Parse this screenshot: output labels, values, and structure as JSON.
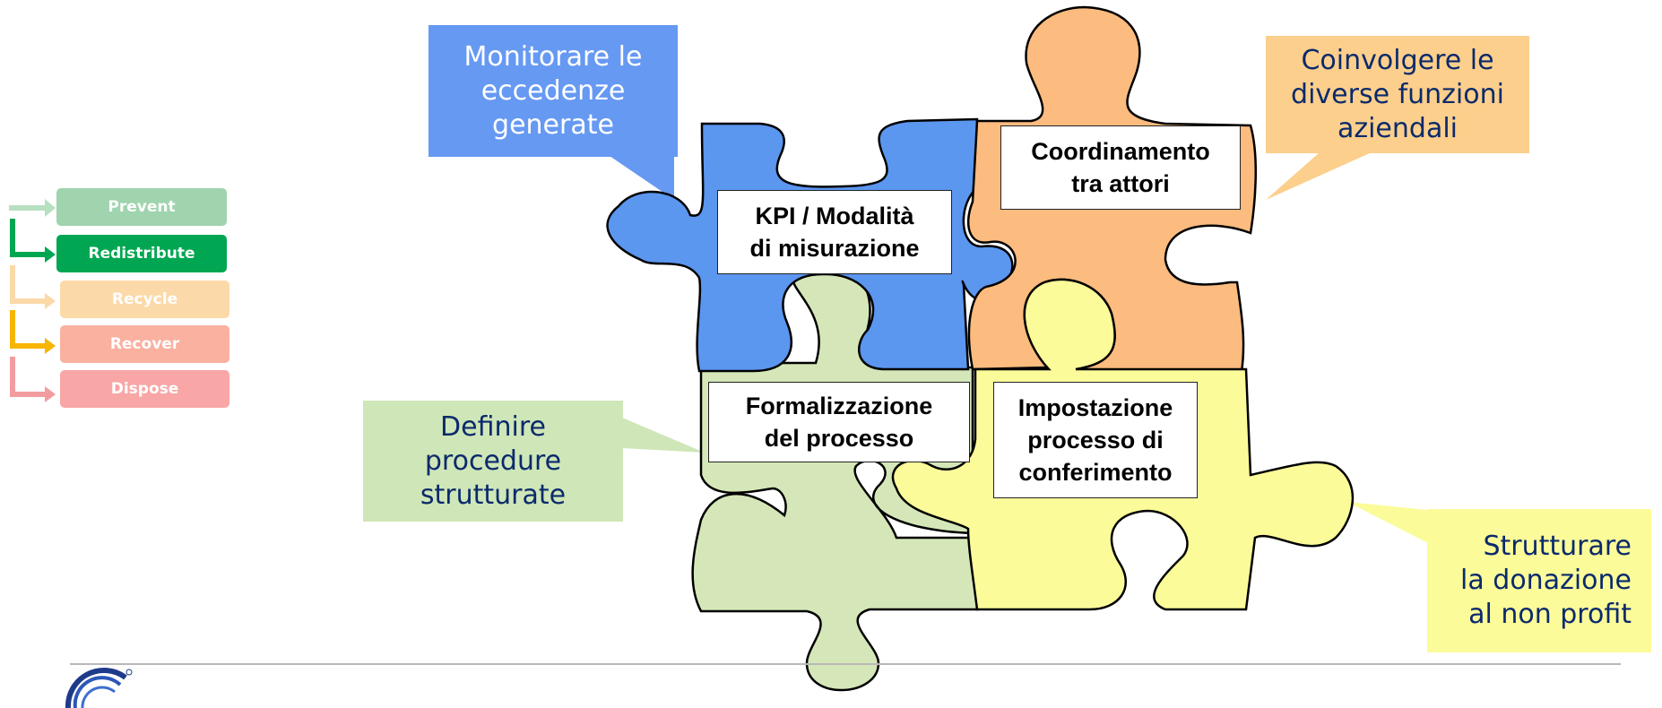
{
  "steps": [
    {
      "label": "Prevent",
      "color": "#9fd4ae"
    },
    {
      "label": "Redistribute",
      "color": "#00a651"
    },
    {
      "label": "Recycle",
      "color": "#fcd9a8"
    },
    {
      "label": "Recover",
      "color": "#fab1a0"
    },
    {
      "label": "Dispose",
      "color": "#f9a6a6"
    }
  ],
  "pieces": {
    "kpi": {
      "line1": "KPI / Modalità",
      "line2": "di misurazione",
      "color": "#5b96ef"
    },
    "coordinamento": {
      "line1": "Coordinamento",
      "line2": "tra attori",
      "color": "#fcbb7f"
    },
    "formalizzazione": {
      "line1": "Formalizzazione",
      "line2": "del processo",
      "color": "#d5e7b8"
    },
    "impostazione": {
      "line1": "Impostazione",
      "line2": "processo di",
      "line3": "conferimento",
      "color": "#fcfb9a"
    }
  },
  "callouts": {
    "monitorare": {
      "line1": "Monitorare le",
      "line2": "eccedenze",
      "line3": "generate",
      "color": "#6699f2",
      "text_color": "#ffffff"
    },
    "coinvolgere": {
      "line1": "Coinvolgere le",
      "line2": "diverse funzioni",
      "line3": "aziendali",
      "color": "#fccf8c",
      "text_color": "#0b2a6b"
    },
    "definire": {
      "line1": "Definire",
      "line2": "procedure",
      "line3": "strutturate",
      "color": "#cfe6b8",
      "text_color": "#0b2a6b"
    },
    "strutturare": {
      "line1": "Strutturare",
      "line2": "la donazione",
      "line3": "al non profit",
      "color": "#fcfb9a",
      "text_color": "#0b2a6b"
    }
  }
}
